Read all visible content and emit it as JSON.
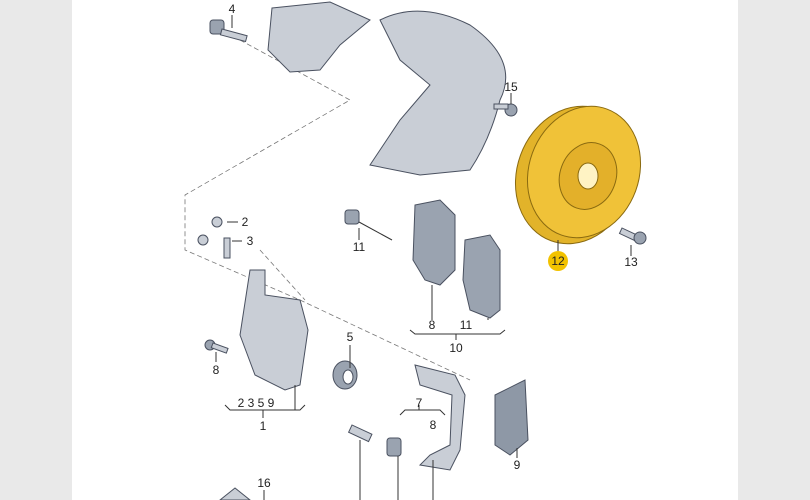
{
  "diagram": {
    "highlight_color": "#f2c200",
    "labels": {
      "l4": "4",
      "l15": "15",
      "l2": "2",
      "l3": "3",
      "l11a": "11",
      "l12": "12",
      "l13": "13",
      "l8a": "8",
      "l11b": "11",
      "l10": "10",
      "l5": "5",
      "l8b": "8",
      "l2359": "2 3 5 9",
      "l1": "1",
      "l7": "7",
      "l8c": "8",
      "l9": "9",
      "l16": "16"
    }
  }
}
